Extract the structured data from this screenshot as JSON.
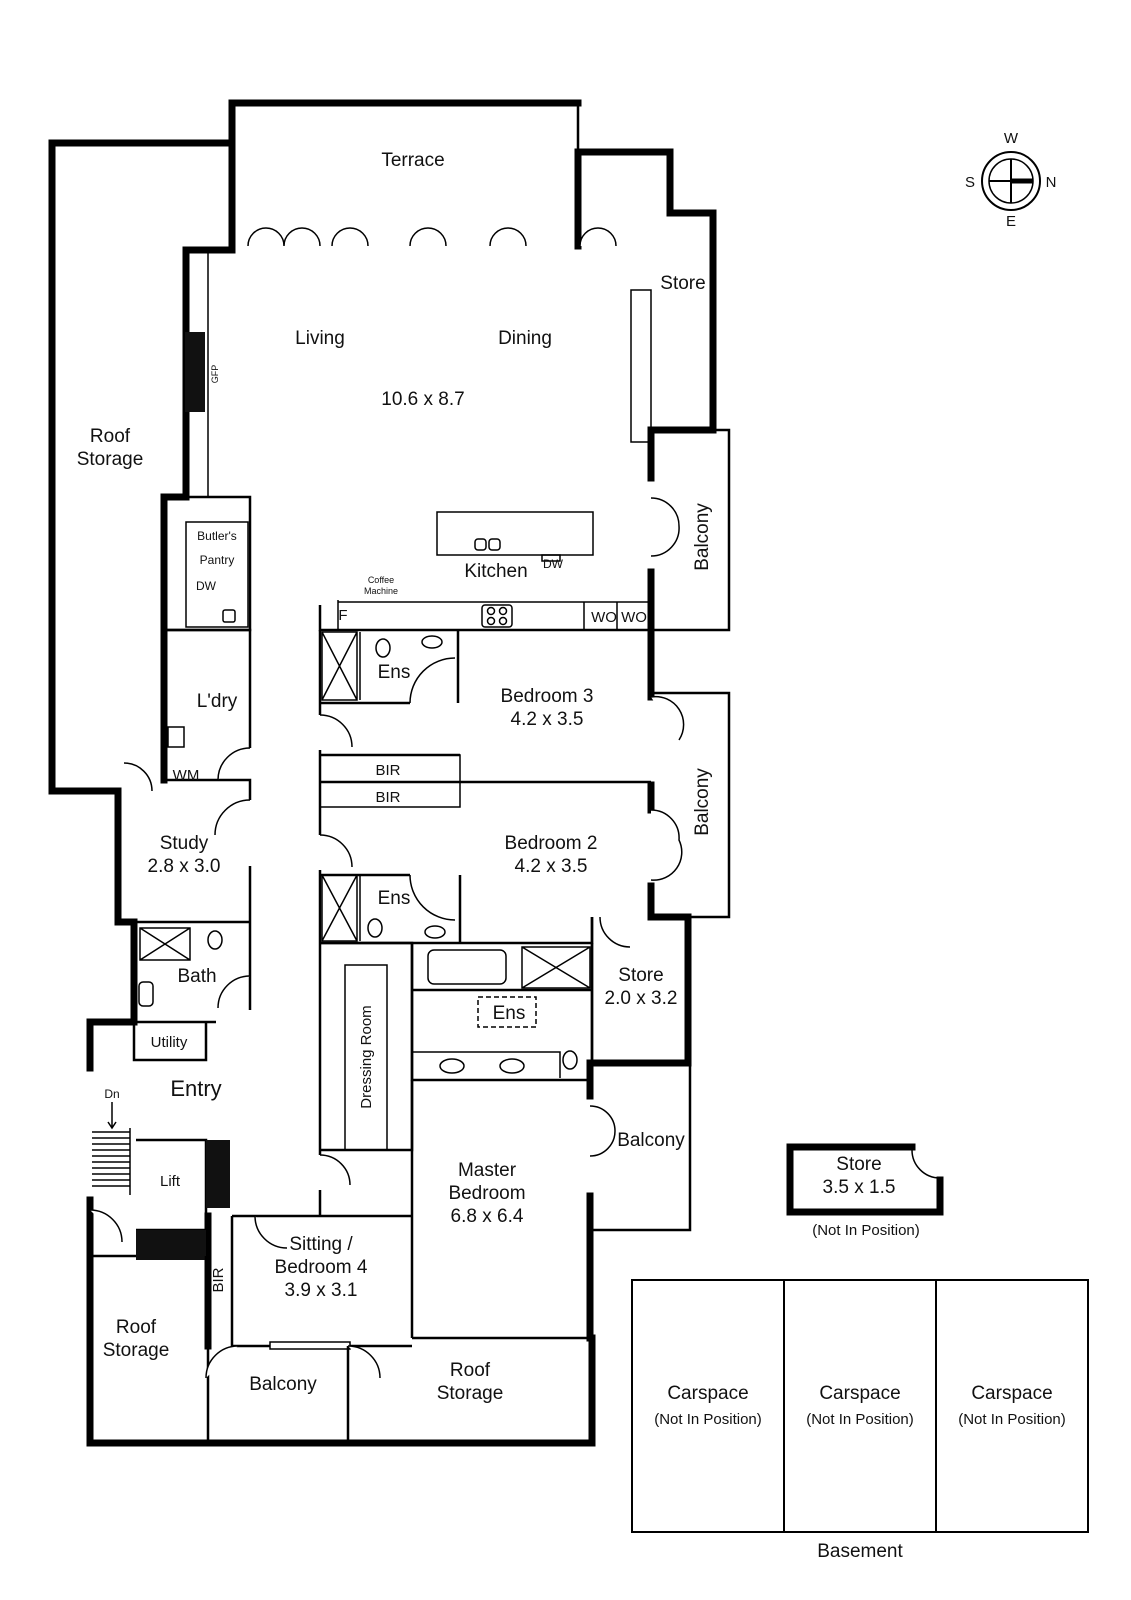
{
  "compass": {
    "w": "W",
    "s": "S",
    "n": "N",
    "e": "E"
  },
  "rooms": {
    "terrace": "Terrace",
    "store_top": "Store",
    "living": "Living",
    "dining": "Dining",
    "living_dims": "10.6 x 8.7",
    "gfp": "GFP",
    "roof_storage_left_1": "Roof",
    "roof_storage_left_2": "Storage",
    "butlers_1": "Butler's",
    "butlers_2": "Pantry",
    "dw_pantry": "DW",
    "kitchen": "Kitchen",
    "dw_kitchen": "DW",
    "coffee_1": "Coffee",
    "coffee_2": "Machine",
    "fridge": "F",
    "wo1": "WO",
    "wo2": "WO",
    "balcony_1": "Balcony",
    "ens_1": "Ens",
    "ldry": "L'dry",
    "bed3": "Bedroom 3",
    "bed3_dims": "4.2 x 3.5",
    "wm": "WM",
    "bir_1": "BIR",
    "bir_2": "BIR",
    "balcony_2": "Balcony",
    "study": "Study",
    "study_dims": "2.8 x 3.0",
    "bed2": "Bedroom 2",
    "bed2_dims": "4.2 x 3.5",
    "ens_2": "Ens",
    "bath": "Bath",
    "store_mid": "Store",
    "store_mid_dims": "2.0 x 3.2",
    "ens_3": "Ens",
    "utility": "Utility",
    "dressing": "Dressing Room",
    "entry": "Entry",
    "dn": "Dn",
    "lift": "Lift",
    "balcony_3": "Balcony",
    "master_1": "Master",
    "master_2": "Bedroom",
    "master_dims": "6.8 x 6.4",
    "sitting_1": "Sitting /",
    "sitting_2": "Bedroom 4",
    "sitting_dims": "3.9 x 3.1",
    "bir_3": "BIR",
    "roof_storage_bl_1": "Roof",
    "roof_storage_bl_2": "Storage",
    "balcony_4": "Balcony",
    "roof_storage_bm_1": "Roof",
    "roof_storage_bm_2": "Storage"
  },
  "store_detached": {
    "label": "Store",
    "dims": "3.5 x 1.5",
    "note": "(Not In Position)"
  },
  "carspaces": [
    {
      "label": "Carspace",
      "note": "(Not In Position)"
    },
    {
      "label": "Carspace",
      "note": "(Not In Position)"
    },
    {
      "label": "Carspace",
      "note": "(Not In Position)"
    }
  ],
  "basement_label": "Basement"
}
